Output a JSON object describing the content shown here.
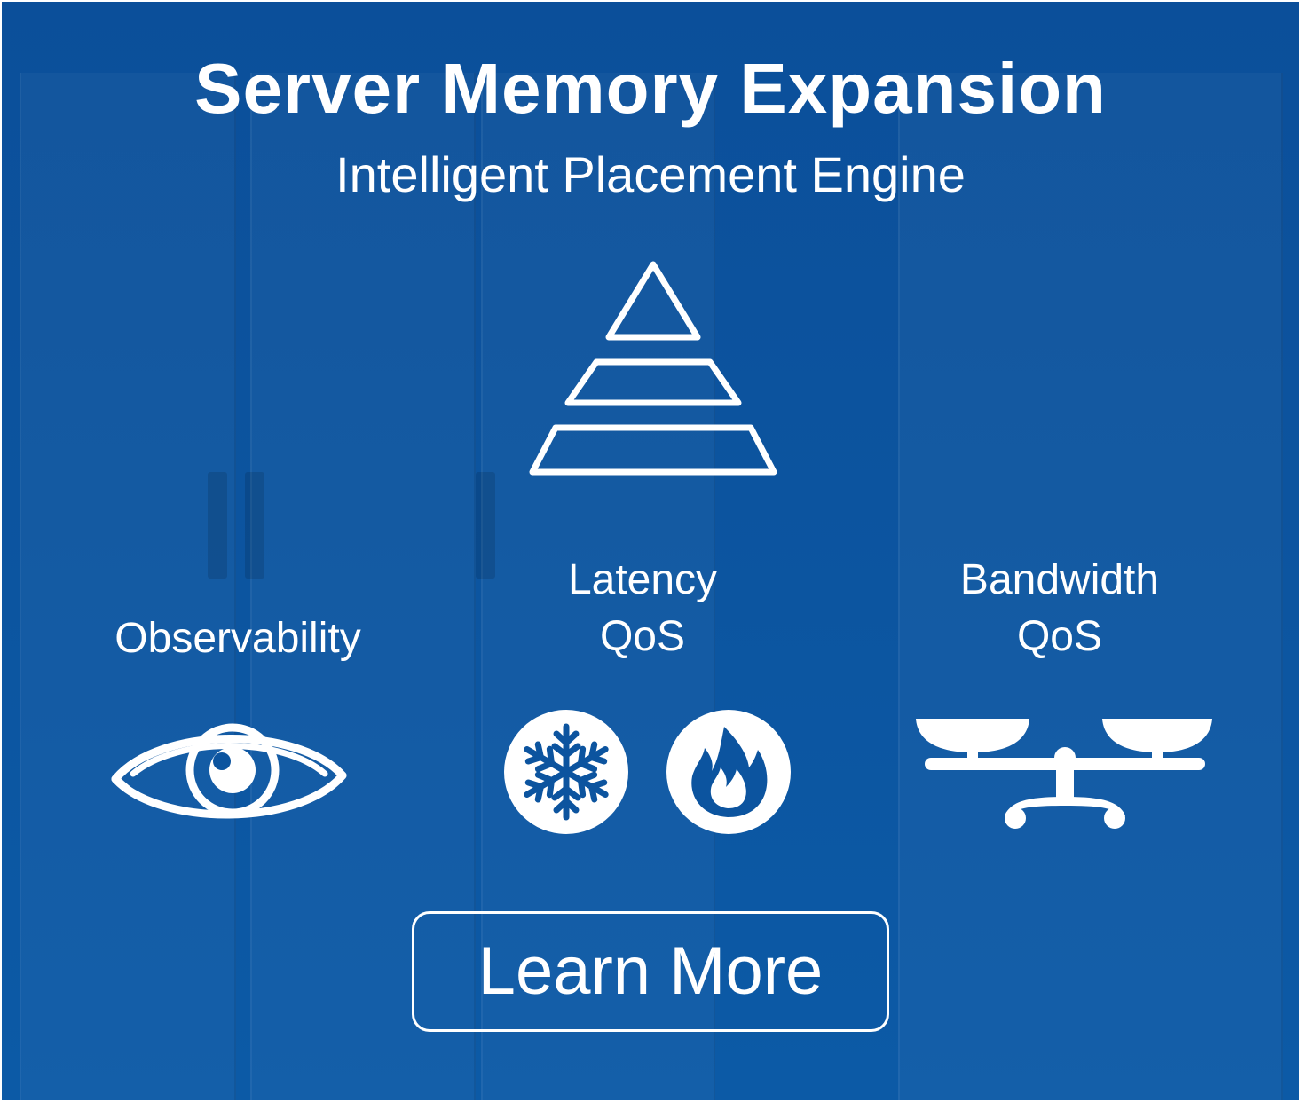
{
  "banner": {
    "title": "Server Memory Expansion",
    "subtitle": "Intelligent Placement Engine",
    "background_color": "#0c549f",
    "foreground_color": "#ffffff"
  },
  "features": {
    "observability": {
      "label_lines": [
        "Observability"
      ],
      "icon": "eye-icon"
    },
    "latency": {
      "label_lines": [
        "Latency",
        "QoS"
      ],
      "icons": [
        "snowflake-icon",
        "flame-icon"
      ]
    },
    "bandwidth": {
      "label_lines": [
        "Bandwidth",
        "QoS"
      ],
      "icon": "balance-scale-icon"
    }
  },
  "header_icon": "pyramid-icon",
  "cta": {
    "label": "Learn More"
  }
}
